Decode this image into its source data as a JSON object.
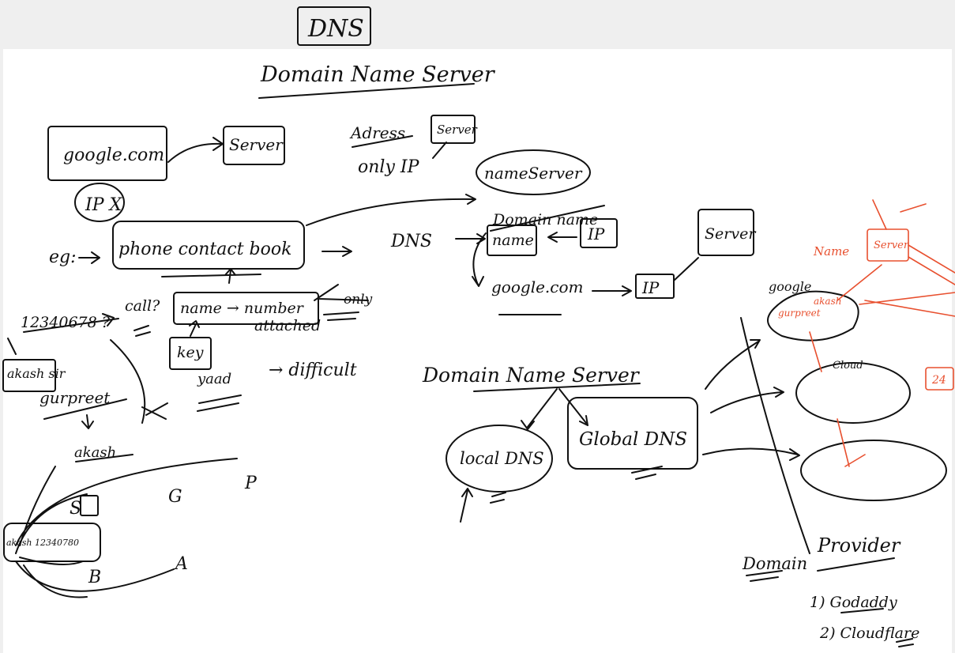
{
  "title": "DNS",
  "heading": "Domain Name Server",
  "labels": {
    "google": "google.com",
    "server": "Server",
    "ip_x": "IP X",
    "address": "Adress",
    "only_ip": "only IP",
    "server_small": "Server",
    "eg": "eg:",
    "phone_book": "phone contact book",
    "nameserver": "nameServer",
    "domain_name": "Domain name",
    "dns_mid": "DNS",
    "name_box": "name",
    "ip_box": "IP",
    "server_right": "Server",
    "google2": "google.com",
    "ip_box2": "IP",
    "number": "12340678 ?",
    "call": "call?",
    "name_number": "name → number",
    "only": "only",
    "attached": "attached",
    "key": "key",
    "akash_sir": "akash sir",
    "gurpreet": "gurpreet",
    "akash": "akash",
    "yaad": "yaad",
    "difficult": "→ difficult",
    "domain_name_server": "Domain Name Server",
    "local_dns": "local DNS",
    "global_dns": "Global DNS",
    "s": "S",
    "g": "G",
    "p": "P",
    "b": "B",
    "a": "A",
    "akash_num": "akash 12340780",
    "domain_provider_left": "Domain",
    "domain_provider_right": "Provider",
    "provider1": "1) Godaddy",
    "provider2": "2) Cloudflare",
    "google3": "google",
    "name_red": "Name",
    "server_red": "Server",
    "cloud": "Cloud",
    "red_box": "24",
    "red_text1": "gurpreet",
    "red_text2": "akash"
  },
  "colors": {
    "ink": "#111111",
    "red": "#e8502f",
    "background": "#ffffff",
    "strip": "#efefef"
  }
}
